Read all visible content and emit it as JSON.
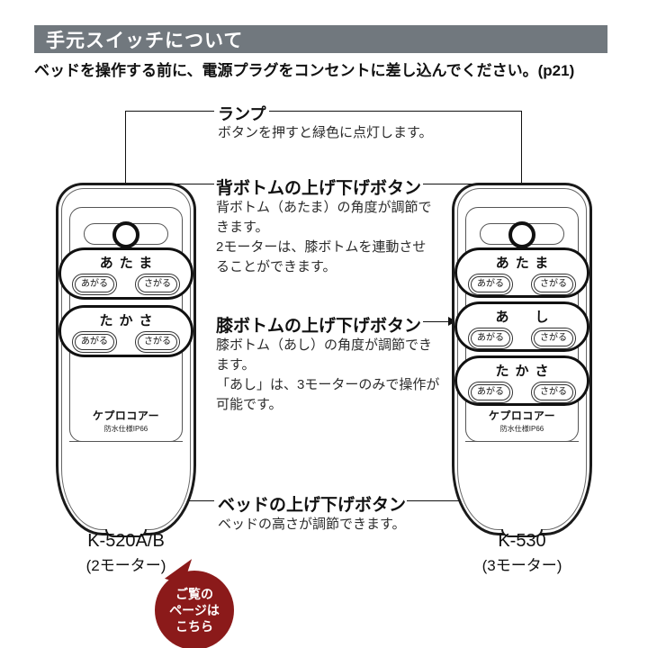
{
  "header": {
    "title": "手元スイッチについて"
  },
  "intro": "ベッドを操作する前に、電源プラグをコンセントに差し込んでください。(p21)",
  "callouts": [
    {
      "id": "lamp",
      "title": "ランプ",
      "desc": "ボタンを押すと緑色に点灯します。"
    },
    {
      "id": "back",
      "title": "背ボトムの上げ下げボタン",
      "desc": "背ボトム（あたま）の角度が調節で\nきます。\n2モーターは、膝ボトムを連動させ\nることができます。"
    },
    {
      "id": "knee",
      "title": "膝ボトムの上げ下げボタン",
      "desc": "膝ボトム（あし）の角度が調節でき\nます。\n「あし」は、3モーターのみで操作が\n可能です。"
    },
    {
      "id": "bed",
      "title": "ベッドの上げ下げボタン",
      "desc": "ベッドの高さが調節できます。"
    }
  ],
  "remotes": {
    "left": {
      "model": "K-520A/B",
      "motor": "(2モーター)",
      "brand": "ケプロコアー",
      "spec": "防水仕様IP66",
      "groups": [
        {
          "label": "あたま",
          "up": "あがる",
          "down": "さがる"
        },
        {
          "label": "たかさ",
          "up": "あがる",
          "down": "さがる"
        }
      ]
    },
    "right": {
      "model": "K-530",
      "motor": "(3モーター)",
      "brand": "ケプロコアー",
      "spec": "防水仕様IP66",
      "groups": [
        {
          "label": "あたま",
          "up": "あがる",
          "down": "さがる"
        },
        {
          "label": "あ　し",
          "up": "あがる",
          "down": "さがる"
        },
        {
          "label": "たかさ",
          "up": "あがる",
          "down": "さがる"
        }
      ]
    }
  },
  "badge": {
    "text": "ご覧の\nページは\nこちら",
    "color": "#8b1a1a"
  },
  "colors": {
    "header_bg": "#71787e",
    "line": "#111111",
    "badge": "#8b1a1a"
  }
}
